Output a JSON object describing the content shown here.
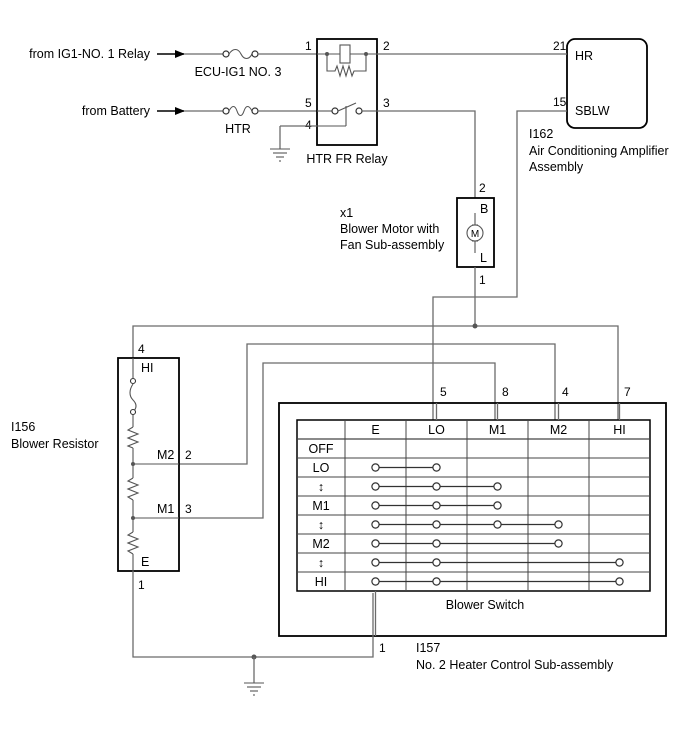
{
  "colors": {
    "wire": "#6b6b6b",
    "outline": "#000000",
    "background": "#ffffff"
  },
  "sources": {
    "ig1_relay": "from IG1-NO. 1 Relay",
    "battery": "from Battery"
  },
  "fuses": {
    "ecu_ig1": "ECU-IG1 NO. 3",
    "htr": "HTR"
  },
  "htr_fr_relay": {
    "name": "HTR FR Relay",
    "pins": {
      "p1": "1",
      "p2": "2",
      "p3": "3",
      "p4": "4",
      "p5": "5"
    }
  },
  "amplifier": {
    "id": "I162",
    "name_line1": "Air Conditioning Amplifier",
    "name_line2": "Assembly",
    "pin_hr_label": "HR",
    "pin_hr_num": "21",
    "pin_sblw_label": "SBLW",
    "pin_sblw_num": "15"
  },
  "blower_motor": {
    "id": "x1",
    "name_line1": "Blower Motor with",
    "name_line2": "Fan Sub-assembly",
    "symbol": "M",
    "terminal_b": "B",
    "terminal_l": "L",
    "pin_b": "2",
    "pin_l": "1"
  },
  "blower_resistor": {
    "id": "I156",
    "name": "Blower Resistor",
    "terminals": {
      "hi": "HI",
      "m2": "M2",
      "m1": "M1",
      "e": "E"
    },
    "pins": {
      "hi": "4",
      "m2": "2",
      "m1": "3",
      "e": "1"
    }
  },
  "heater_control": {
    "id": "I157",
    "name": "No. 2 Heater Control Sub-assembly",
    "switch_name": "Blower Switch",
    "pins": {
      "lo": "5",
      "m1": "8",
      "m2": "4",
      "hi": "7",
      "e": "1"
    }
  },
  "switch_table": {
    "columns": [
      "E",
      "LO",
      "M1",
      "M2",
      "HI"
    ],
    "rows": [
      {
        "label": "OFF",
        "connects": []
      },
      {
        "label": "LO",
        "connects": [
          "E",
          "LO"
        ]
      },
      {
        "label": "↕",
        "connects": [
          "E",
          "LO",
          "M1"
        ]
      },
      {
        "label": "M1",
        "connects": [
          "E",
          "LO",
          "M1"
        ]
      },
      {
        "label": "↕",
        "connects": [
          "E",
          "LO",
          "M1",
          "M2"
        ]
      },
      {
        "label": "M2",
        "connects": [
          "E",
          "LO",
          "M2"
        ]
      },
      {
        "label": "↕",
        "connects": [
          "E",
          "LO",
          "HI"
        ]
      },
      {
        "label": "HI",
        "connects": [
          "E",
          "LO",
          "HI"
        ]
      }
    ]
  }
}
